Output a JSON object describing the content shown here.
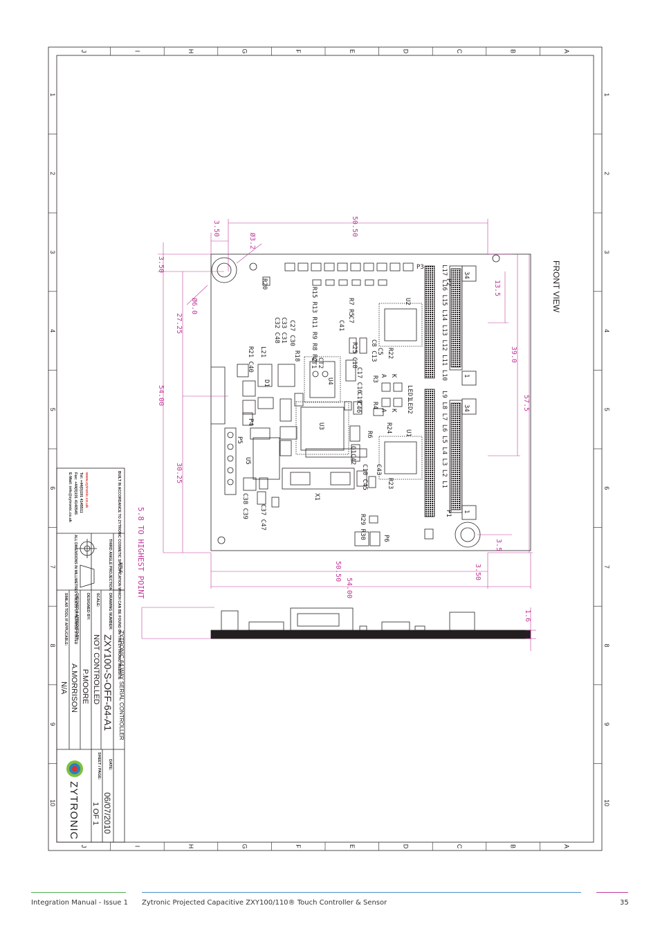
{
  "grid": {
    "letters": [
      "J",
      "I",
      "H",
      "G",
      "F",
      "E",
      "D",
      "C",
      "B",
      "A"
    ],
    "numbers": [
      "1",
      "2",
      "3",
      "4",
      "5",
      "6",
      "7",
      "8",
      "9",
      "10"
    ]
  },
  "drawing": {
    "view_label": "FRONT VIEW",
    "highest_point_note": "5.8 TO HIGHEST POINT",
    "dimensions": {
      "d_50_50_top": "50.50",
      "d_3_50_top": "3.50",
      "d_phi3_2": "Ø3.2",
      "d_3_50_left": "3.50",
      "d_phi6_0": "Ø6.0",
      "d_27_25": "27.25",
      "d_54_00_left": "54.00",
      "d_30_25": "30.25",
      "d_13_5": "13.5",
      "d_39_0": "39.0",
      "d_57_5": "57.5",
      "d_3_5_right": "3.5",
      "d_3_50_bottom": "3.50",
      "d_50_50_bottom": "50.50",
      "d_54_00_bottom": "54.00",
      "d_1_6": "1.6"
    },
    "labels": {
      "p3": "P3",
      "p2": "P2",
      "p1": "P1",
      "p4": "P4",
      "p5": "P5",
      "p6": "P6",
      "u1": "U1",
      "u2": "U2",
      "u3": "U3",
      "u4": "U4",
      "u5": "U5",
      "x1": "X1",
      "led1": "LED1",
      "led2": "LED2",
      "ct1": "CT1",
      "ct2": "CT2",
      "l21": "L21",
      "d1": "D1",
      "r20": "R20",
      "r15_r13_r11_r9_r8_r2": "R15 R13 R11 R9 R8 R2",
      "r7_r5": "R7 R5",
      "c7": "C7",
      "c41": "C41",
      "c27_c30": "C27 C30",
      "c33_c31": "C33 C31",
      "c32_c48": "C32 C48",
      "r21_c40": "R21 C40",
      "r18": "R18",
      "c8_c13": "C8 C13",
      "c5": "C5",
      "r22": "R22",
      "r25_c18": "R25 C18",
      "c17_c16": "C17 C16",
      "r3": "R3",
      "c19": "C19",
      "c46": "C46",
      "r4": "R4",
      "r24": "R24",
      "r6": "R6",
      "q1": "Q1",
      "c42": "C42",
      "c10_c45": "C10 C45",
      "c43": "C43",
      "r23": "R23",
      "r29_r30": "R29 R30",
      "c37_c47": "C37 C47",
      "c38_c39": "C38 C39",
      "l_top_row": "L17 L16 L15 L14 L13 L12 L11 L10",
      "l_bot_row": "L9 L8 L7 L6 L5 L4 L3 L2 L1",
      "pin34a": "34",
      "pin34b": "34",
      "pin1a": "1",
      "pin1b": "1",
      "k1": "K",
      "a1": "A",
      "k2": "K",
      "a2": "A"
    }
  },
  "title_block": {
    "built_text": "BUILT IN ACCORDANCE TO ZYTRONIC COSMETIC SPECIFICATION WHICH CAN BE FOUND ON THE ZYTRONIC WEBSITE",
    "website": "www.zytronic.co.uk",
    "tel": "Tel: +44(0)191 4145511",
    "fax": "Fax: +44(0)191 4140545",
    "email": "E-Mail: info@zytronic.co.uk",
    "title_label": "TITLE:",
    "title_value": "ZYTRONIC 64 WAY SERIAL CONTROLLER",
    "projection": "THIRD ANGLE PROJECTION",
    "dims_note": "ALL DIMENSIONS IN MILLIMETRES UNLESS OTHERWISE STATED",
    "drawing_number_label": "DRAWING NUMBER:",
    "drawing_number": "ZXY100-S-OFF-64-A1",
    "scale_label": "SCALE:",
    "scale_value": "NOT CONTROLLED",
    "designed_label": "DESIGNED BY:",
    "designed_value": "P.MOORE",
    "approved_label": "CHECKED & APPROVED BY:",
    "approved_value": "A.MORRISON",
    "similar_label": "SIMILAR TOOL IF APPLICABLE:",
    "similar_value": "N/A",
    "date_label": "DATE:",
    "date_value": "06/07/2010",
    "sheet_label": "SHEET / PAGE:",
    "sheet_value": "1 OF 1",
    "logo_text": "ZYTRONIC"
  },
  "footer": {
    "left": "Integration Manual - Issue 1",
    "center": "Zytronic Projected Capacitive ZXY100/110® Touch Controller & Sensor",
    "page": "35"
  },
  "colors": {
    "dimension": "#c0399a",
    "line": "#231f20"
  }
}
